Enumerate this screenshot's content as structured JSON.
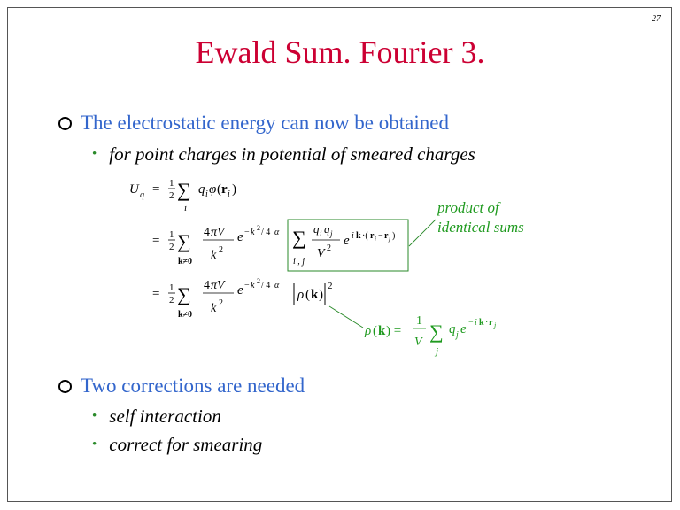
{
  "slide": {
    "page_number": "27",
    "title": "Ewald Sum.  Fourier 3.",
    "bullets": [
      {
        "text": "The electrostatic energy can now be obtained",
        "subs": [
          "for point charges in potential of smeared charges"
        ]
      },
      {
        "text": "Two corrections are needed",
        "subs": [
          "self interaction",
          "correct for smearing"
        ]
      }
    ],
    "annotation": [
      "product of",
      "identical sums"
    ],
    "colors": {
      "title": "#cc0033",
      "bullet_text": "#3366cc",
      "annotation": "#1f9a1f"
    }
  }
}
